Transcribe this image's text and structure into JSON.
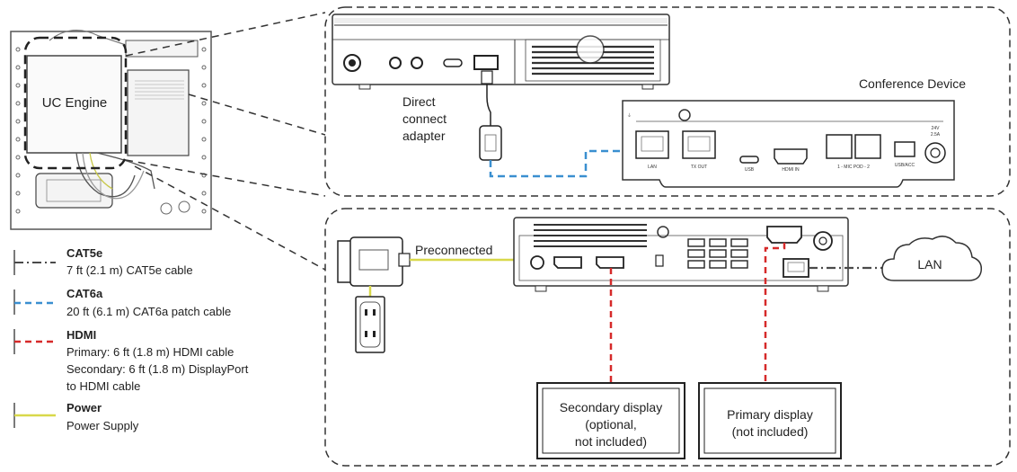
{
  "labels": {
    "uc_engine": "UC Engine",
    "direct_connect_line1": "Direct",
    "direct_connect_line2": "connect",
    "direct_connect_line3": "adapter",
    "conference_device": "Conference Device",
    "preconnected": "Preconnected",
    "lan_cloud": "LAN",
    "secondary_display": [
      "Secondary display",
      "(optional,",
      "not included)"
    ],
    "primary_display": [
      "Primary display",
      "(not included)"
    ]
  },
  "conference_ports": {
    "lan": "LAN",
    "tx_out": "TX OUT",
    "usb": "USB",
    "hdmi_in": "HDMI IN",
    "mic_pod": "1 - MIC POD - 2",
    "usb_acc": "USB/ACC",
    "power_line1": "24V",
    "power_line2": "2.5A"
  },
  "legend": [
    {
      "title": "CAT5e",
      "desc": [
        "7 ft (2.1 m) CAT5e cable"
      ],
      "color": "#4a4a4a",
      "style": "dash-dot"
    },
    {
      "title": "CAT6a",
      "desc": [
        "20 ft (6.1 m) CAT6a patch cable"
      ],
      "color": "#3a8fd0",
      "style": "dashed"
    },
    {
      "title": "HDMI",
      "desc": [
        "Primary: 6 ft (1.8 m) HDMI cable",
        "Secondary: 6 ft (1.8 m) DisplayPort",
        "to HDMI cable"
      ],
      "color": "#d62a2a",
      "style": "dashed"
    },
    {
      "title": "Power",
      "desc": [
        "Power Supply"
      ],
      "color": "#d8d84a",
      "style": "solid"
    }
  ],
  "colors": {
    "cat5e": "#4a4a4a",
    "cat6a": "#3a8fd0",
    "hdmi": "#d62a2a",
    "power": "#d8d84a",
    "outline": "#333333"
  }
}
